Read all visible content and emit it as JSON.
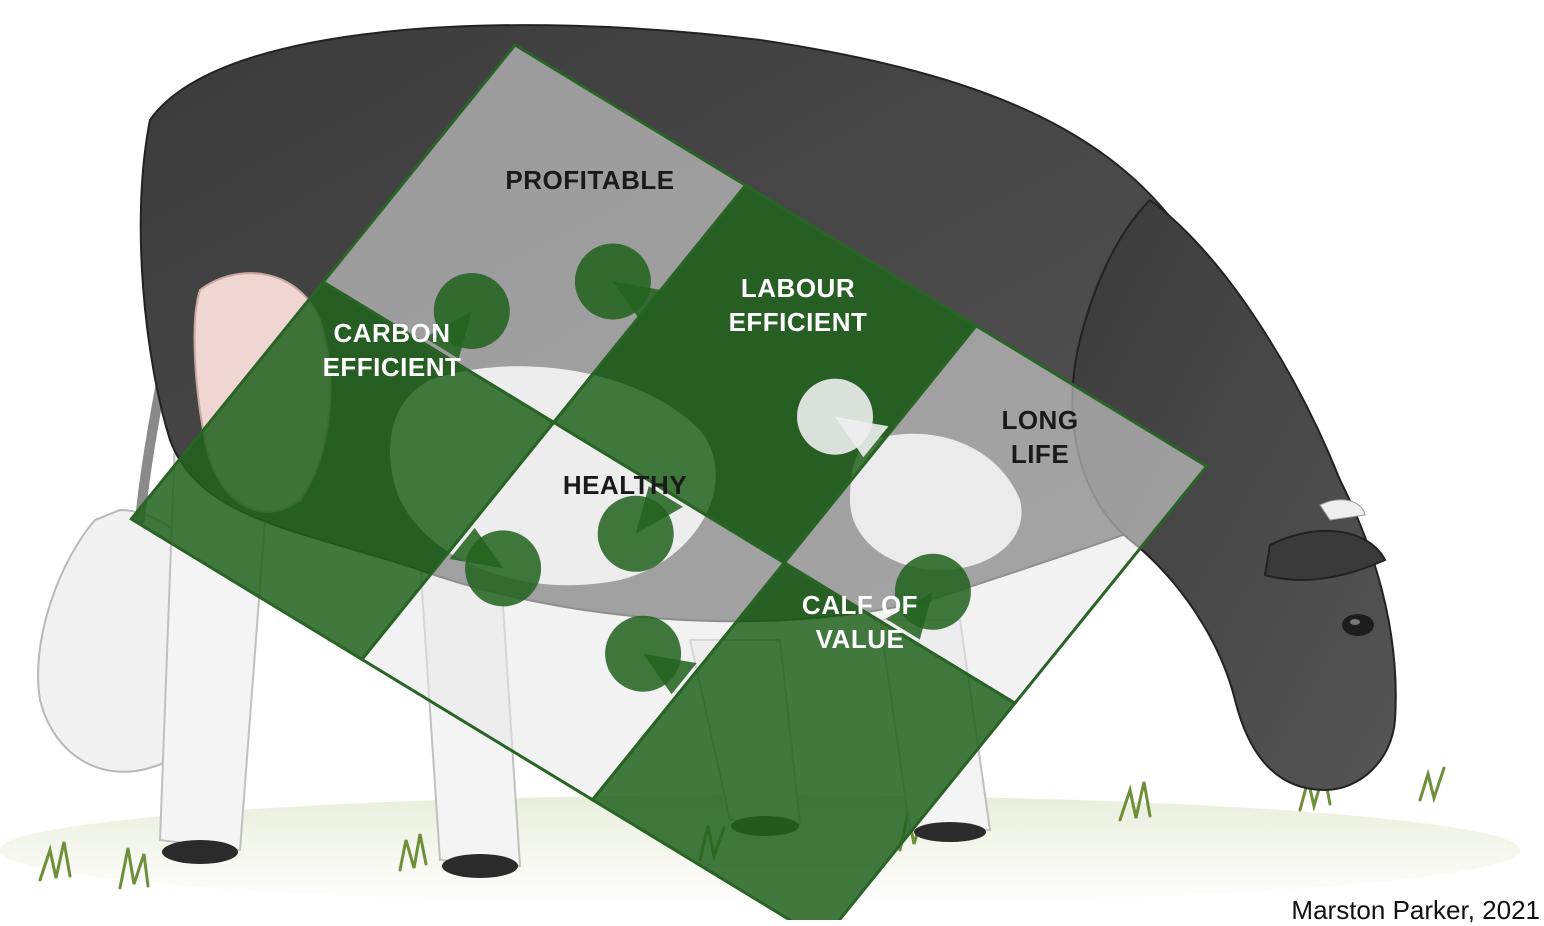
{
  "pieces": [
    {
      "id": "profitable",
      "lines": [
        "PROFITABLE"
      ],
      "color": "light"
    },
    {
      "id": "carbon",
      "lines": [
        "CARBON",
        "EFFICIENT"
      ],
      "color": "green"
    },
    {
      "id": "labour",
      "lines": [
        "LABOUR",
        "EFFICIENT"
      ],
      "color": "green"
    },
    {
      "id": "healthy",
      "lines": [
        "HEALTHY"
      ],
      "color": "light"
    },
    {
      "id": "longlife",
      "lines": [
        "LONG",
        "LIFE"
      ],
      "color": "light"
    },
    {
      "id": "calf",
      "lines": [
        "CALF OF",
        "VALUE"
      ],
      "color": "green"
    }
  ],
  "credit": "Marston Parker, 2021",
  "colors": {
    "green": "#2f6b2a",
    "green_fill": "rgba(34,98,30,0.86)",
    "light_fill": "rgba(232,232,232,0.55)",
    "outline": "#2a6326",
    "dark_text": "#1a1a1a",
    "light_text": "#ffffff"
  }
}
